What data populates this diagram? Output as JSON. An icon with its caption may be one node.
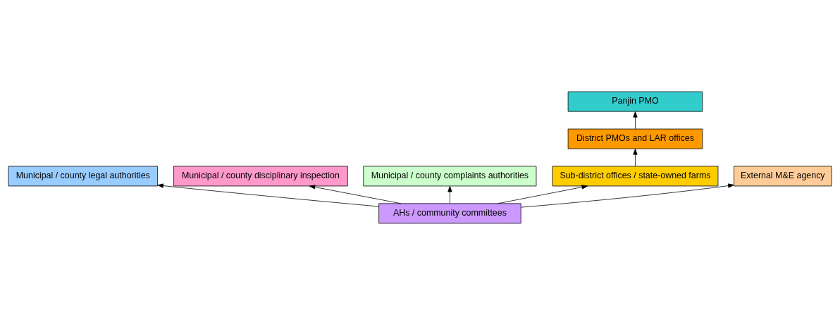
{
  "diagram": {
    "nodes": [
      {
        "text": [
          "Municipal / county legal authorities"
        ]
      },
      {
        "text": [
          "Municipal / county disciplinary inspection"
        ]
      },
      {
        "text": [
          "Municipal / county complaints authorities"
        ]
      },
      {
        "text": [
          "Panjin PMO"
        ]
      },
      {
        "text": [
          "District PMOs and LAR offices"
        ]
      },
      {
        "text": [
          "Sub-district offices / state-owned farms"
        ]
      },
      {
        "text": [
          "External M&E agency"
        ]
      },
      {
        "text": [
          "AHs / community committees"
        ]
      }
    ],
    "edges": [
      {
        "from": 7,
        "to": 0,
        "arrow": "to"
      },
      {
        "from": 7,
        "to": 1,
        "arrow": "to"
      },
      {
        "from": 7,
        "to": 2,
        "arrow": "to"
      },
      {
        "from": 7,
        "to": 5,
        "arrow": "to"
      },
      {
        "from": 5,
        "to": 4,
        "arrow": "to"
      },
      {
        "from": 4,
        "to": 3,
        "arrow": "to"
      },
      {
        "from": 7,
        "to": 6,
        "arrow": "to"
      }
    ]
  }
}
